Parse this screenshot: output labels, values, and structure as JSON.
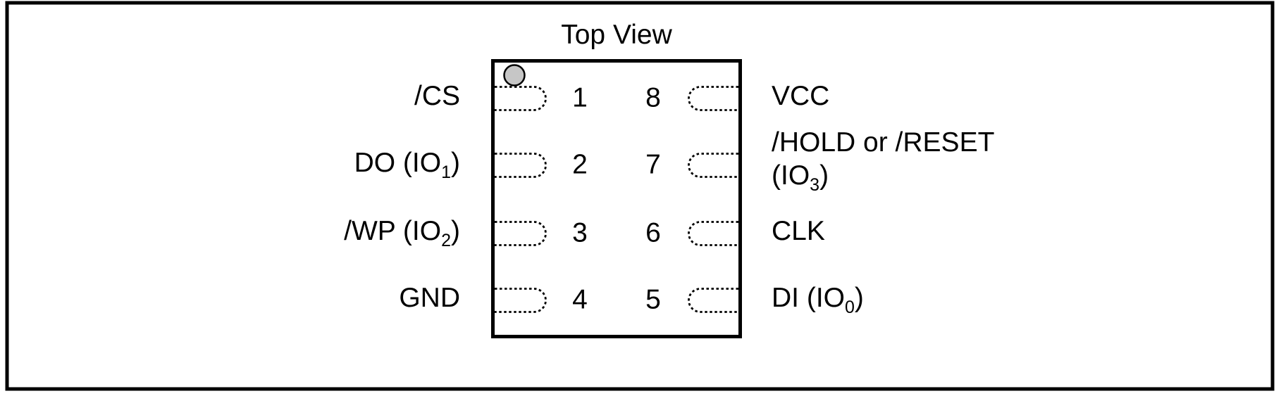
{
  "figure": {
    "title": "Top View",
    "colors": {
      "line": "#000000",
      "background": "#ffffff",
      "pin1_marker_fill": "#c6c6c6"
    }
  },
  "chip": {
    "left_pins": [
      {
        "number": "1",
        "label_pre": "/CS",
        "label_sub": "",
        "label_post": ""
      },
      {
        "number": "2",
        "label_pre": "DO (IO",
        "label_sub": "1",
        "label_post": ")"
      },
      {
        "number": "3",
        "label_pre": "/WP (IO",
        "label_sub": "2",
        "label_post": ")"
      },
      {
        "number": "4",
        "label_pre": "GND",
        "label_sub": "",
        "label_post": ""
      }
    ],
    "right_pins": [
      {
        "number": "8",
        "label_pre": "VCC",
        "label_sub": "",
        "label_post": ""
      },
      {
        "number": "7",
        "label_line1": "/HOLD or /RESET",
        "label_line2_pre": "(IO",
        "label_line2_sub": "3",
        "label_line2_post": ")"
      },
      {
        "number": "6",
        "label_pre": "CLK",
        "label_sub": "",
        "label_post": ""
      },
      {
        "number": "5",
        "label_pre": "DI (IO",
        "label_sub": "0",
        "label_post": ")"
      }
    ]
  }
}
